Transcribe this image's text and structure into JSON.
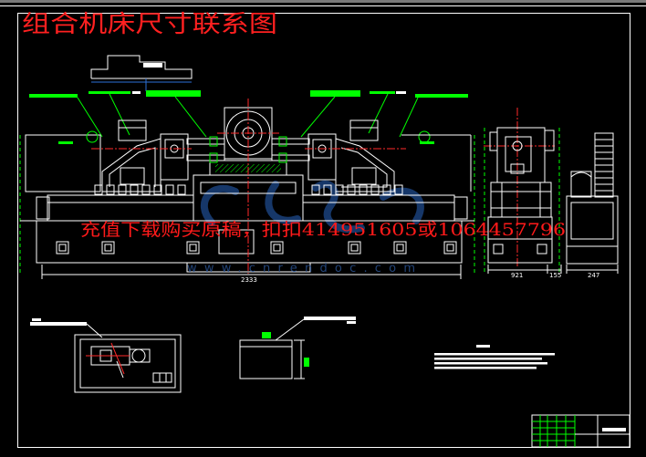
{
  "title": "组合机床尺寸联系图",
  "watermark": {
    "purchase_note": "充值下载购买原稿，扣扣414951605或1064457796",
    "site": "www.cnrendoc.com"
  },
  "dimensions": {
    "overall_length": "2333",
    "side_view_width": "921",
    "side_view_offset": "155",
    "column_width": "247"
  },
  "colors": {
    "background": "#000000",
    "outline": "#ffffff",
    "annotation": "#00ff00",
    "centerline": "#ff2a2a",
    "title": "#ff2020",
    "watermark_text": "#ff1a1a",
    "watermark_logo": "#1d4a8c"
  }
}
